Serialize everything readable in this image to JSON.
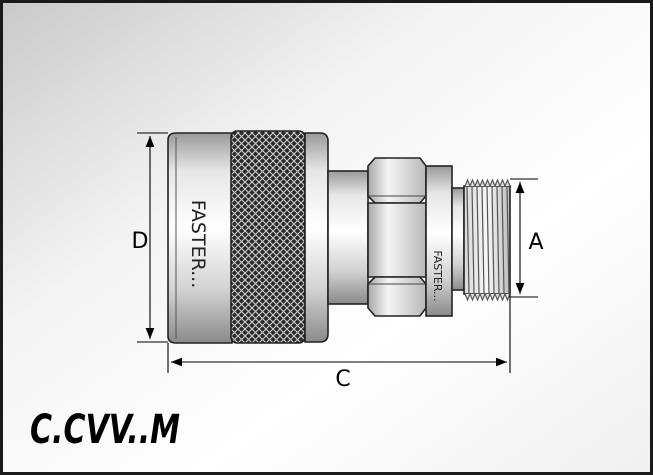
{
  "dimensions": {
    "d": "D",
    "a": "A",
    "c": "C"
  },
  "brand_marks": {
    "body": "FASTER...",
    "nut": "FASTER..."
  },
  "model_code": "C.CVV..M",
  "colors": {
    "frame": "#1a1a1a",
    "knurl": "#1f1f1f",
    "metal_light": "#f2f2f2",
    "metal_mid": "#c8c8c8",
    "metal_dark": "#8c8c8c",
    "dimension_line": "#000000"
  }
}
